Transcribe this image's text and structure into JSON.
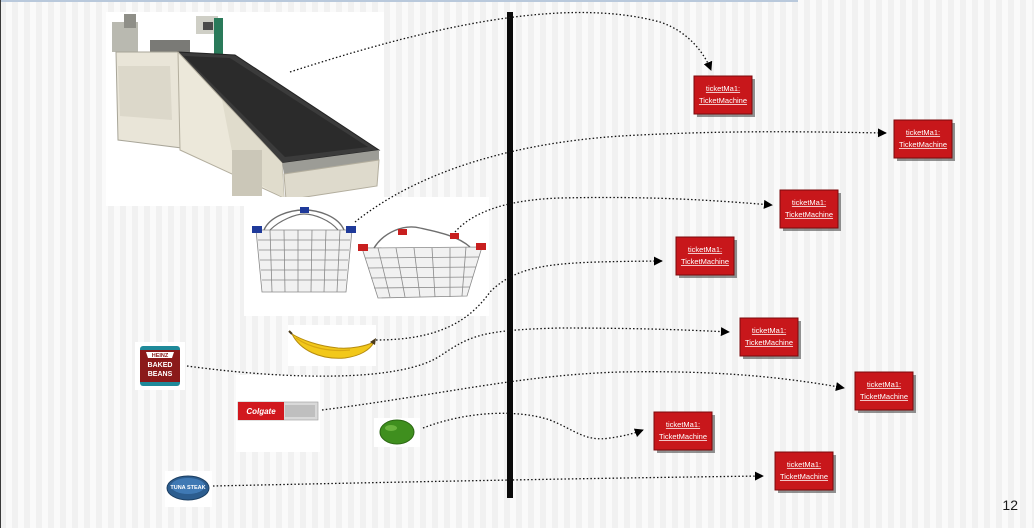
{
  "object_label": {
    "name": "ticketMa1:",
    "class": "TicketMachine"
  },
  "product_text": {
    "beans_brand": "HEINZ",
    "beans_line1": "BAKED",
    "beans_line2": "BEANS",
    "toothpaste_brand": "Colgate",
    "tuna_label": "TUNA STEAK"
  },
  "slide_number": "12"
}
